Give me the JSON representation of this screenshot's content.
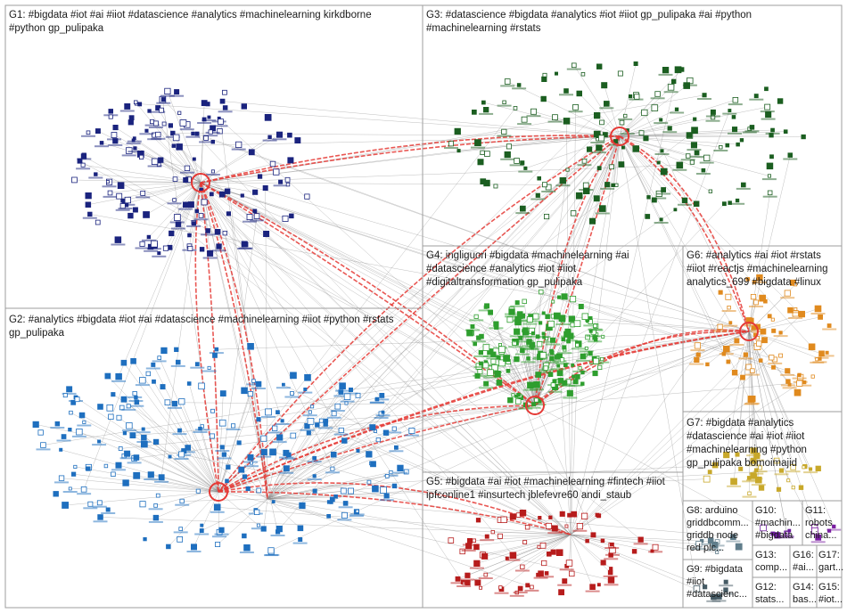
{
  "groups": [
    {
      "id": "G1",
      "lines": [
        "G1: #bigdata #iot #ai #iiot #datascience #analytics #machinelearning kirkdborne",
        "#python gp_pulipaka"
      ],
      "color": "#1a237e"
    },
    {
      "id": "G2",
      "lines": [
        "G2: #analytics #bigdata #iot #ai #datascience #machinelearning #iiot #python #rstats",
        "gp_pulipaka"
      ],
      "color": "#1e6fbf"
    },
    {
      "id": "G3",
      "lines": [
        "G3: #datascience #bigdata #analytics #iot #iiot gp_pulipaka #ai #python",
        "#machinelearning #rstats"
      ],
      "color": "#1b5e20"
    },
    {
      "id": "G4",
      "lines": [
        "G4: ingliguori #bigdata #machinelearning #ai",
        "#datascience #analytics #iot #iiot",
        "#digitaltransformation gp_pulipaka"
      ],
      "color": "#2e9e2e"
    },
    {
      "id": "G5",
      "lines": [
        "G5: #bigdata #ai #iot #machinelearning #fintech #iiot",
        "ipfconline1 #insurtech jblefevre60 andi_staub"
      ],
      "color": "#b71c1c"
    },
    {
      "id": "G6",
      "lines": [
        "G6: #analytics #ai #iot #rstats",
        "#iiot #reactjs #machinelearning",
        "analytics_699 #bigdata #linux"
      ],
      "color": "#e08a1e"
    },
    {
      "id": "G7",
      "lines": [
        "G7: #bigdata #analytics",
        "#datascience #ai #iot #iiot",
        "#machinelearning #python",
        "gp_pulipaka bomoimajid"
      ],
      "color": "#c8a82a"
    },
    {
      "id": "G8",
      "lines": [
        "G8: arduino",
        "griddbcomm...",
        "griddb node",
        "red plc..."
      ],
      "color": "#607d8b"
    },
    {
      "id": "G9",
      "lines": [
        "G9: #bigdata",
        "#iiot",
        "#datascienc..."
      ],
      "color": "#455a64"
    },
    {
      "id": "G10",
      "lines": [
        "G10:",
        "#machin...",
        "#bigdata"
      ],
      "color": "#6a1b9a"
    },
    {
      "id": "G11",
      "lines": [
        "G11:",
        "robots",
        "china..."
      ],
      "color": "#7b1fa2"
    },
    {
      "id": "G12",
      "lines": [
        "G12:",
        "stats..."
      ],
      "color": "#546e7a"
    },
    {
      "id": "G13",
      "lines": [
        "G13:",
        "comp..."
      ],
      "color": "#546e7a"
    },
    {
      "id": "G14",
      "lines": [
        "G14:",
        "bas..."
      ],
      "color": "#546e7a"
    },
    {
      "id": "G15",
      "lines": [
        "G15:",
        "#iot..."
      ],
      "color": "#546e7a"
    },
    {
      "id": "G16",
      "lines": [
        "G16:",
        "#ai..."
      ],
      "color": "#546e7a"
    },
    {
      "id": "G17",
      "lines": [
        "G17:",
        "gart..."
      ],
      "color": "#546e7a"
    }
  ],
  "colors": {
    "edge": "#8a8a8a",
    "highlight_edge": "#e53935",
    "panel_border": "#9e9e9e",
    "background": "#ffffff"
  }
}
